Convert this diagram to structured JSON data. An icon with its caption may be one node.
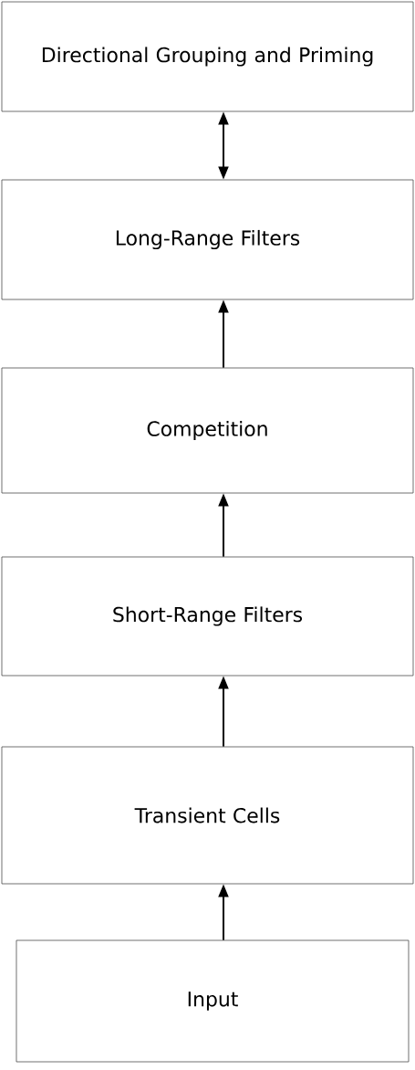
{
  "diagram": {
    "nodes": [
      {
        "text": [
          "Directional Grouping and Priming"
        ]
      },
      {
        "text": [
          "Long-Range Filters"
        ]
      },
      {
        "text": [
          "Competition"
        ]
      },
      {
        "text": [
          "Short-Range Filters"
        ]
      },
      {
        "text": [
          "Transient Cells"
        ]
      },
      {
        "text": [
          "Input"
        ]
      }
    ],
    "edges": [
      {
        "from": 0,
        "to": 1,
        "arrow": "both"
      },
      {
        "from": 2,
        "to": 1,
        "arrow": "to"
      },
      {
        "from": 3,
        "to": 2,
        "arrow": "to"
      },
      {
        "from": 4,
        "to": 3,
        "arrow": "to"
      },
      {
        "from": 5,
        "to": 4,
        "arrow": "to"
      }
    ]
  }
}
